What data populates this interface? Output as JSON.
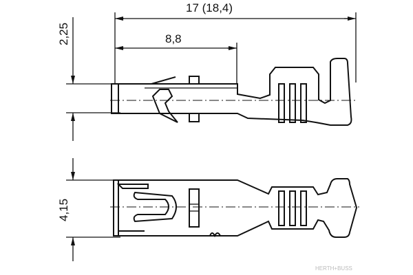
{
  "drawing": {
    "dimensions": {
      "overall_length": "17 (18,4)",
      "partial_length": "8,8",
      "side_height": "2,25",
      "top_width": "4,15"
    },
    "watermark": "HERTH+BUSS",
    "line_color": "#111111",
    "background": "#ffffff"
  }
}
